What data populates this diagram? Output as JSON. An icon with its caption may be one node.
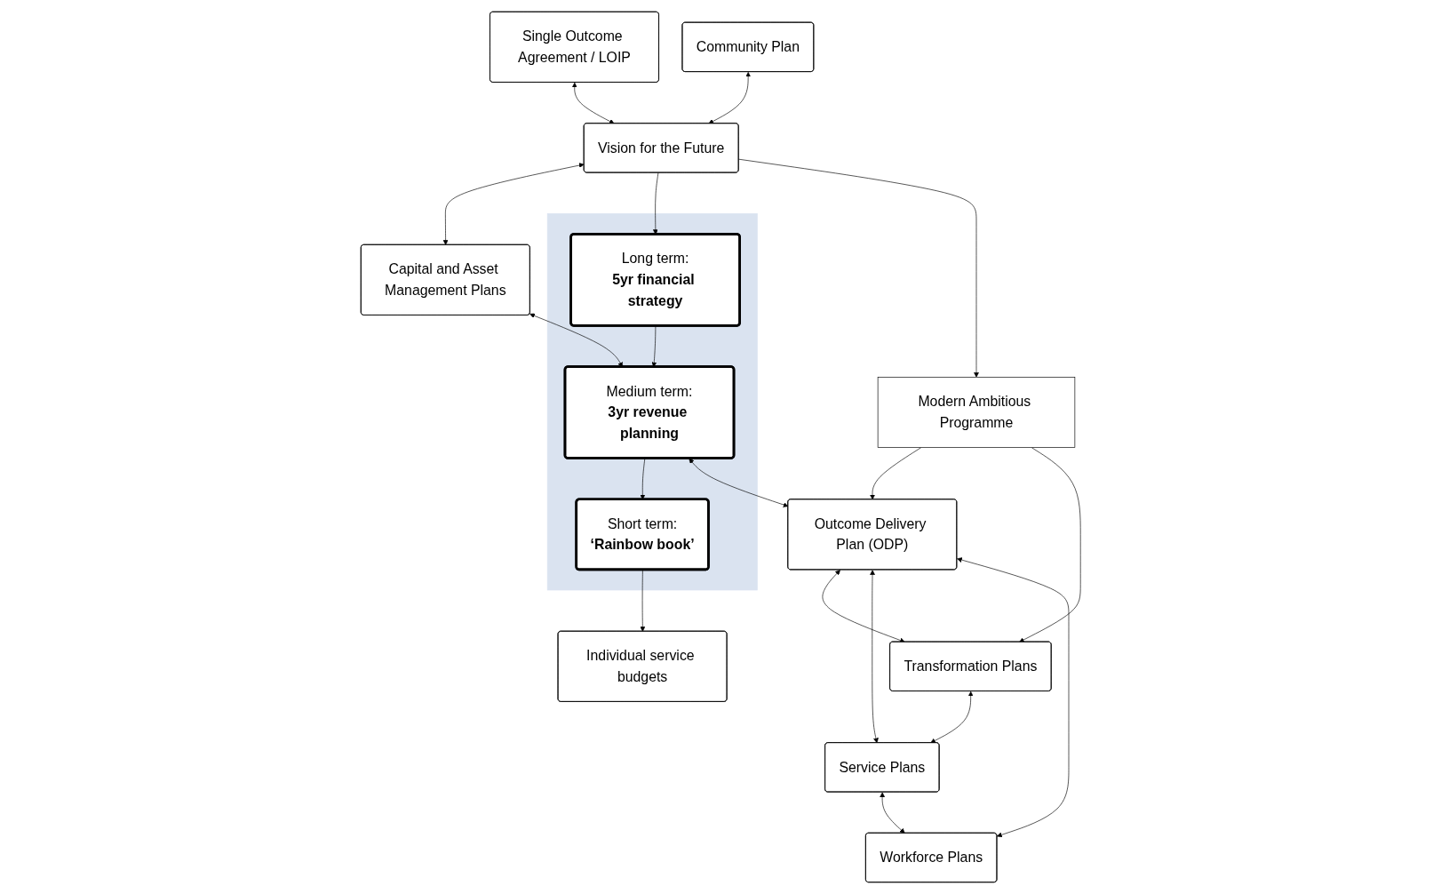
{
  "diagram": {
    "nodes": [
      {
        "text": [
          "Single Outcome Agreement / LOIP"
        ]
      },
      {
        "text": [
          "Community Plan"
        ]
      },
      {
        "text": [
          "Vision for the Future"
        ]
      },
      {
        "text": [
          "Capital and Asset Management Plans"
        ]
      },
      {
        "text": [],
        "shape": "band"
      },
      {
        "text": [
          "Long term:",
          "5yr financial strategy"
        ],
        "in": 4
      },
      {
        "text": [
          "Medium term:",
          "3yr revenue planning"
        ],
        "in": 4
      },
      {
        "text": [
          "Short term:",
          "‘Rainbow book’"
        ],
        "in": 4
      },
      {
        "text": [
          "Modern Ambitious Programme"
        ]
      },
      {
        "text": [
          "Outcome Delivery Plan (ODP)"
        ]
      },
      {
        "text": [
          "Individual service budgets"
        ]
      },
      {
        "text": [
          "Transformation Plans"
        ]
      },
      {
        "text": [
          "Service Plans"
        ]
      },
      {
        "text": [
          "Workforce Plans"
        ]
      }
    ],
    "edges": [
      {
        "from": 0,
        "to": 2,
        "arrow": "both"
      },
      {
        "from": 1,
        "to": 2,
        "arrow": "both"
      },
      {
        "from": 2,
        "to": 3,
        "arrow": "both"
      },
      {
        "from": 2,
        "to": 5,
        "arrow": "to"
      },
      {
        "from": 3,
        "to": 6,
        "arrow": "both"
      },
      {
        "from": 5,
        "to": 6,
        "arrow": "to"
      },
      {
        "from": 6,
        "to": 7,
        "arrow": "to"
      },
      {
        "from": 2,
        "to": 8,
        "arrow": "to"
      },
      {
        "from": 6,
        "to": 9,
        "arrow": "both"
      },
      {
        "from": 7,
        "to": 10,
        "arrow": "to"
      },
      {
        "from": 8,
        "to": 9,
        "arrow": "to"
      },
      {
        "from": 8,
        "to": 11,
        "arrow": "to"
      },
      {
        "from": 9,
        "to": 11,
        "arrow": "both"
      },
      {
        "from": 9,
        "to": 12,
        "arrow": "both"
      },
      {
        "from": 9,
        "to": 13,
        "arrow": "both"
      },
      {
        "from": 11,
        "to": 12,
        "arrow": "both"
      },
      {
        "from": 12,
        "to": 13,
        "arrow": "both"
      }
    ]
  }
}
